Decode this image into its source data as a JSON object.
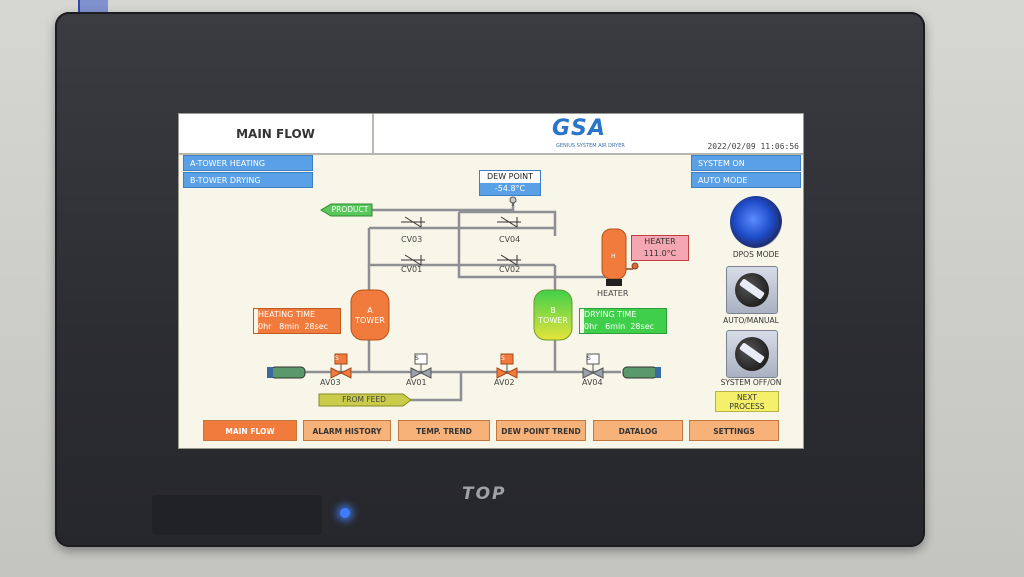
{
  "device": {
    "brand": "TOP"
  },
  "header": {
    "title": "MAIN FLOW",
    "logo": "GSA",
    "logo_sub": "GENIUS SYSTEM AIR DRYER",
    "datetime": "2022/02/09 11:06:56"
  },
  "status_left": [
    "A-TOWER HEATING",
    "B-TOWER DRYING"
  ],
  "status_right": [
    "SYSTEM ON",
    "AUTO MODE"
  ],
  "dew_point": {
    "label": "DEW POINT",
    "value": "-54.8°C"
  },
  "heater": {
    "label": "HEATER",
    "value": "111.0°C",
    "name": "HEATER",
    "symbol": "H"
  },
  "heating_time": {
    "label": "HEATING TIME",
    "value": "0hr   8min  28sec"
  },
  "drying_time": {
    "label": "DRYING TIME",
    "value": "0hr   6min  28sec"
  },
  "towers": {
    "a": "A\nTOWER",
    "b": "B\nTOWER"
  },
  "flow_labels": {
    "product": "PRODUCT",
    "feed": "FROM FEED"
  },
  "check_valves": [
    "CV03",
    "CV04",
    "CV01",
    "CV02"
  ],
  "air_valves": [
    "AV03",
    "AV01",
    "AV02",
    "AV04"
  ],
  "valve_tag": "S",
  "side_controls": {
    "dpos": "DPOS MODE",
    "auto_manual": "AUTO/MANUAL",
    "system": "SYSTEM OFF/ON",
    "next": "NEXT\nPROCESS"
  },
  "tabs": [
    "MAIN FLOW",
    "ALARM HISTORY",
    "TEMP. TREND",
    "DEW POINT TREND",
    "DATALOG",
    "SETTINGS"
  ],
  "colors": {
    "status_blue": "#5aa0e6",
    "tower_a": "#f07b3c",
    "tower_b_top": "#3fcf4b",
    "tower_b_bottom": "#e6e43a",
    "pipe": "#8e8f95",
    "tab": "#f7b27a",
    "tab_active": "#f07b3c"
  }
}
